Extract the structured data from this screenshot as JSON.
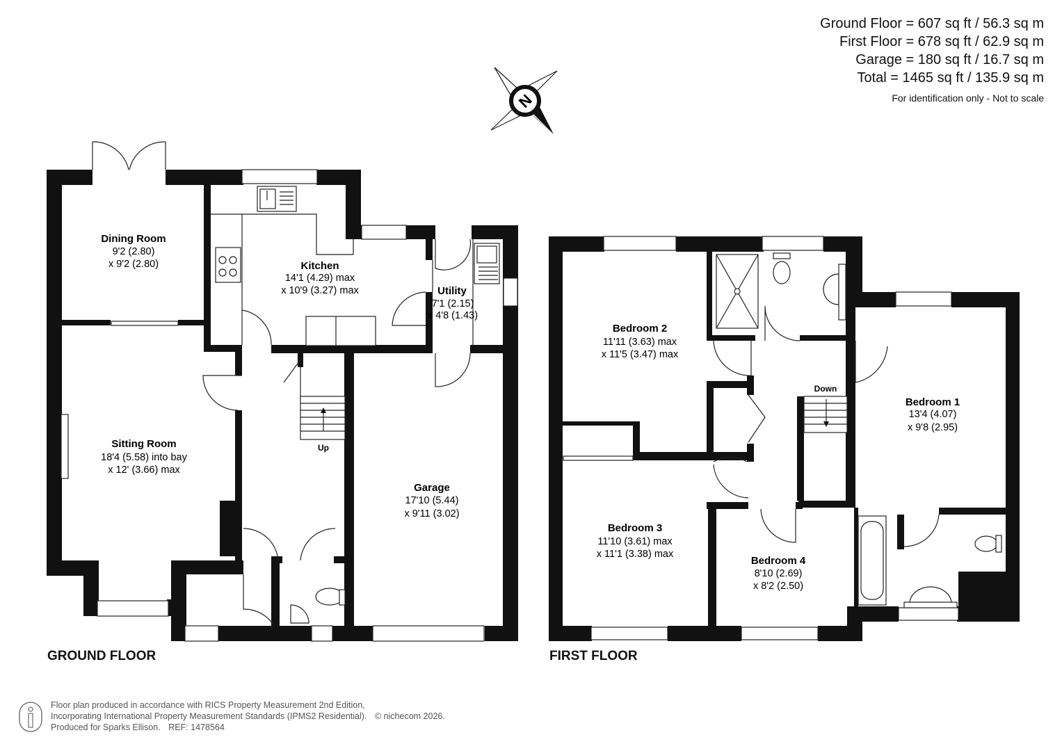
{
  "areas": [
    "Ground Floor = 607 sq ft / 56.3 sq m",
    "First Floor = 678 sq ft / 62.9 sq m",
    "Garage = 180 sq ft / 16.7 sq m",
    "Total = 1465 sq ft / 135.9 sq m"
  ],
  "disclaimer": "For identification only - Not to scale",
  "compass_letter": "N",
  "floors": {
    "ground": "GROUND FLOOR",
    "first": "FIRST FLOOR"
  },
  "rooms": {
    "dining": {
      "name": "Dining Room",
      "dim1": "9'2 (2.80)",
      "dim2": "x 9'2 (2.80)"
    },
    "kitchen": {
      "name": "Kitchen",
      "dim1": "14'1 (4.29) max",
      "dim2": "x 10'9 (3.27) max"
    },
    "utility": {
      "name": "Utility",
      "dim1": "7'1 (2.15)",
      "dim2": "x 4'8 (1.43)"
    },
    "sitting": {
      "name": "Sitting Room",
      "dim1": "18'4 (5.58) into bay",
      "dim2": "x 12' (3.66) max"
    },
    "garage": {
      "name": "Garage",
      "dim1": "17'10 (5.44)",
      "dim2": "x 9'11 (3.02)"
    },
    "bed2": {
      "name": "Bedroom 2",
      "dim1": "11'11 (3.63) max",
      "dim2": "x 11'5 (3.47) max"
    },
    "bed1": {
      "name": "Bedroom 1",
      "dim1": "13'4 (4.07)",
      "dim2": "x 9'8 (2.95)"
    },
    "bed3": {
      "name": "Bedroom 3",
      "dim1": "11'10 (3.61) max",
      "dim2": "x 11'1 (3.38) max"
    },
    "bed4": {
      "name": "Bedroom 4",
      "dim1": "8'10 (2.69)",
      "dim2": "x 8'2 (2.50)"
    }
  },
  "stairs": {
    "up": "Up",
    "down": "Down"
  },
  "footer": {
    "line1": "Floor plan produced in accordance with RICS Property Measurement 2nd Edition,",
    "line2": "Incorporating International Property Measurement Standards (IPMS2 Residential).",
    "copyright": "© nichecom 2026.",
    "line3": "Produced for Sparks Ellison.",
    "ref": "REF: 1478564"
  }
}
